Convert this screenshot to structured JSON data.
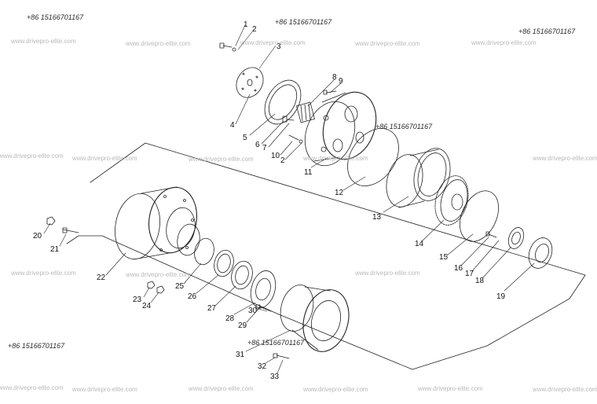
{
  "phone": "+86 15166701167",
  "watermark": "www.drivepro-elite.com",
  "labels": [
    "1",
    "2",
    "3",
    "4",
    "5",
    "6",
    "7",
    "8",
    "9",
    "10",
    "2",
    "11",
    "12",
    "13",
    "14",
    "15",
    "16",
    "17",
    "18",
    "19",
    "20",
    "21",
    "22",
    "23",
    "24",
    "25",
    "26",
    "27",
    "28",
    "29",
    "30",
    "31",
    "32",
    "33"
  ]
}
